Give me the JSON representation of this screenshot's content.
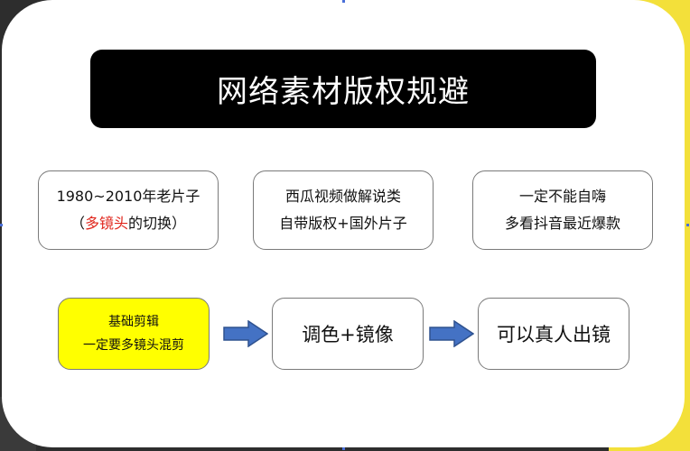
{
  "title": "网络素材版权规避",
  "sources": [
    {
      "line1": "1980~2010年老片子",
      "line2_prefix": "（",
      "line2_highlight": "多镜头",
      "line2_suffix": "的切换）"
    },
    {
      "line1": "西瓜视频做解说类",
      "line2": "自带版权+国外片子"
    },
    {
      "line1": "一定不能自嗨",
      "line2": "多看抖音最近爆款"
    }
  ],
  "steps": [
    {
      "line1": "基础剪辑",
      "line2": "一定要多镜头混剪"
    },
    {
      "label": "调色+镜像"
    },
    {
      "label": "可以真人出镜"
    }
  ],
  "colors": {
    "title_bg": "#000000",
    "highlight_text": "#e0261c",
    "step1_bg": "#ffff00",
    "arrow_fill": "#4472c4",
    "corner_accent": "#f3e03a"
  }
}
